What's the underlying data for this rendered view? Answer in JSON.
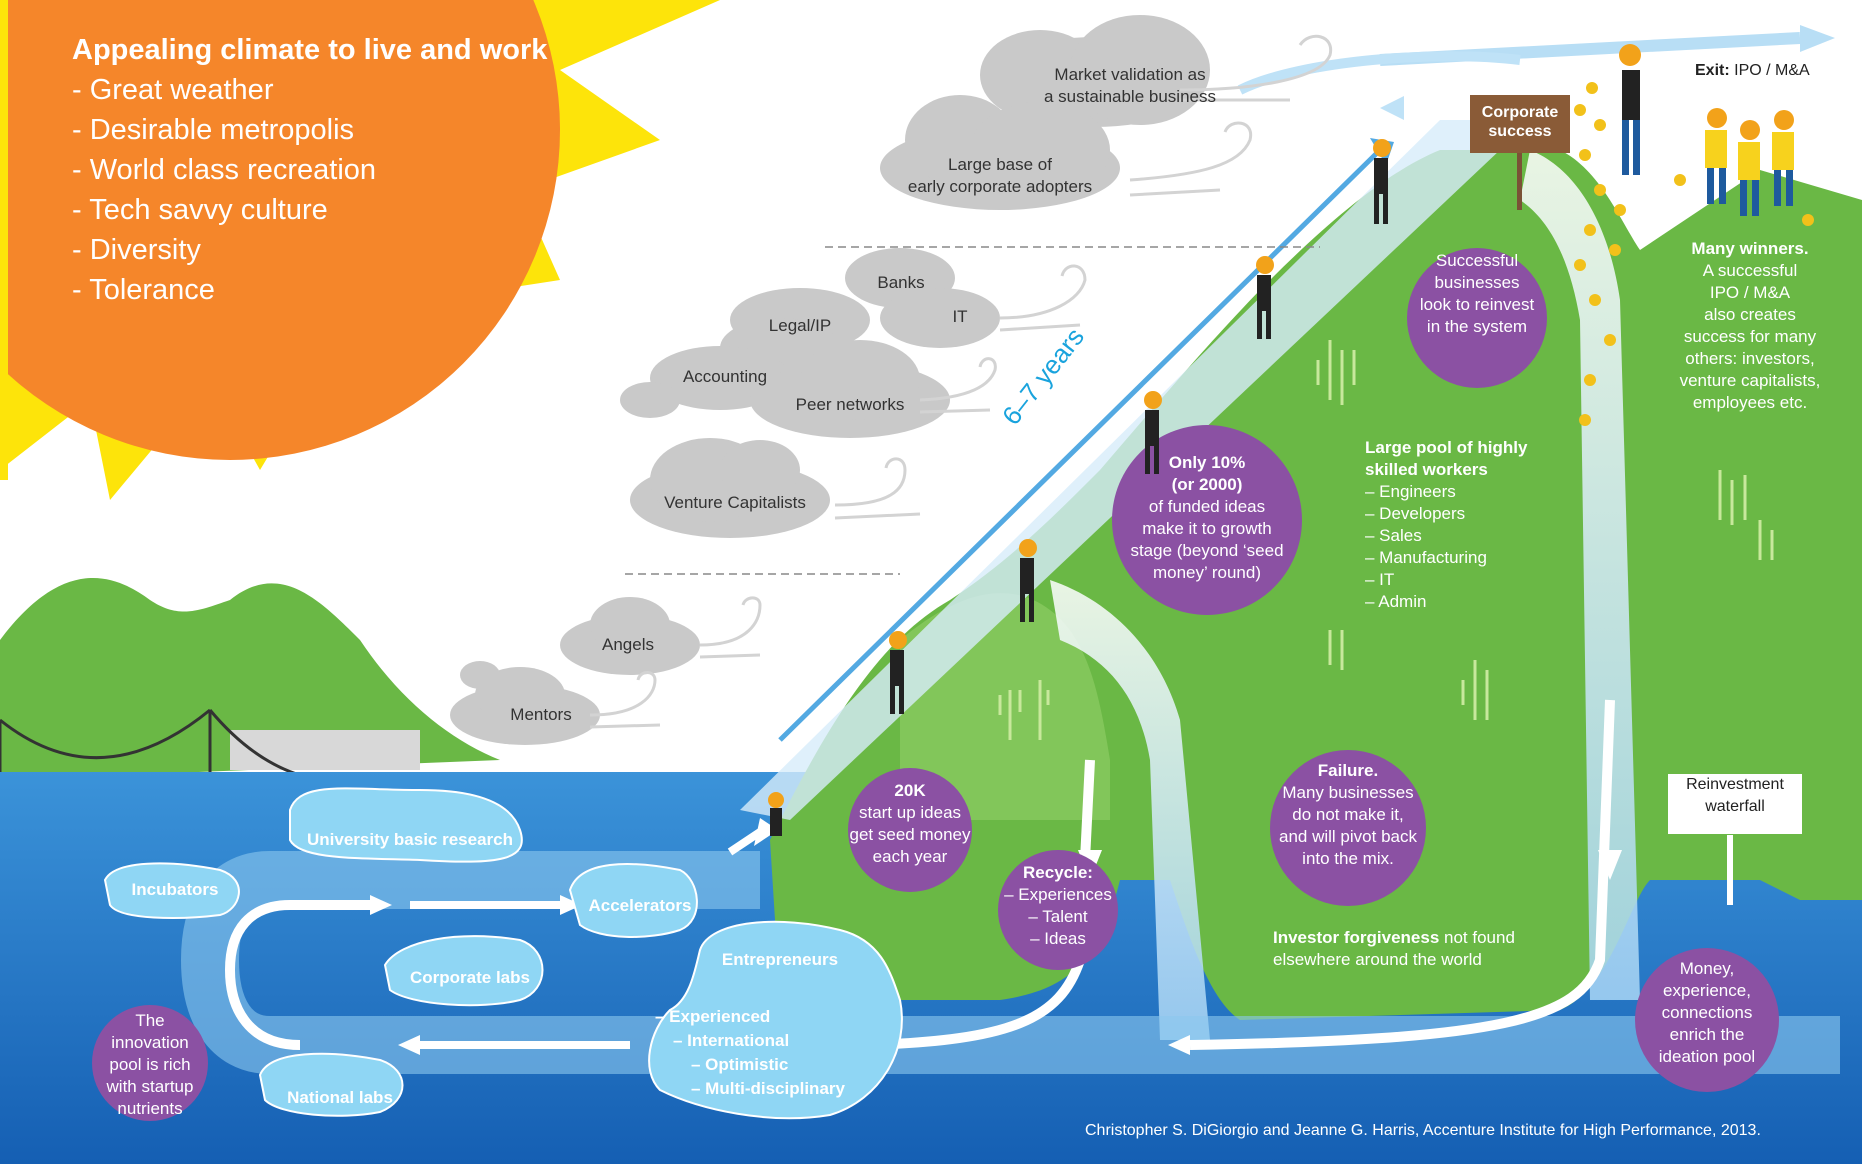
{
  "sun": {
    "heading": "Appealing climate to live and work",
    "items": [
      "- Great weather",
      "- Desirable metropolis",
      "- World class recreation",
      "- Tech savvy culture",
      "- Diversity",
      "- Tolerance"
    ]
  },
  "clouds": {
    "market_validation": [
      "Market validation as",
      "a sustainable business"
    ],
    "corporate_adopters": [
      "Large base of",
      "early corporate adopters"
    ],
    "banks": "Banks",
    "it": "IT",
    "legal": "Legal/IP",
    "accounting": "Accounting",
    "peer_networks": "Peer networks",
    "venture_capitalists": "Venture Capitalists",
    "angels": "Angels",
    "mentors": "Mentors"
  },
  "years_label": "6–7 years",
  "sign": [
    "Corporate",
    "success"
  ],
  "exit": {
    "bold": "Exit:",
    "text": " IPO / M&A"
  },
  "winners": [
    "Many winners.",
    "A successful",
    "IPO / M&A",
    "also creates",
    "success for many",
    "others: investors,",
    "venture capitalists,",
    "employees etc."
  ],
  "bubbles": {
    "reinvest": [
      "Successful",
      "businesses",
      "look to reinvest",
      "in the system"
    ],
    "only10": [
      "Only 10%",
      "(or 2000)",
      "of funded ideas",
      "make it to growth",
      "stage (beyond ‘seed",
      "money’ round)"
    ],
    "seed": [
      "20K",
      "start up ideas",
      "get seed money",
      "each year"
    ],
    "recycle": [
      "Recycle:",
      "– Experiences",
      "– Talent",
      "– Ideas"
    ],
    "failure": [
      "Failure.",
      "Many businesses",
      "do not make it,",
      "and will pivot back",
      "into the mix."
    ],
    "pool": [
      "The",
      "innovation",
      "pool is rich",
      "with startup",
      "nutrients"
    ],
    "money": [
      "Money,",
      "experience,",
      "connections",
      "enrich the",
      "ideation pool"
    ]
  },
  "workers": {
    "heading": [
      "Large pool of highly",
      "skilled workers"
    ],
    "items": [
      "– Engineers",
      "– Developers",
      "– Sales",
      "– Manufacturing",
      "– IT",
      "– Admin"
    ]
  },
  "forgiveness": {
    "bold": "Investor forgiveness",
    "text": [
      " not found",
      "elsewhere around the world"
    ]
  },
  "reinvestment_waterfall": [
    "Reinvestment",
    "waterfall"
  ],
  "pool_labels": {
    "university": "University basic research",
    "incubators": "Incubators",
    "accelerators": "Accelerators",
    "corporate_labs": "Corporate labs",
    "national_labs": "National labs",
    "entrepreneurs": "Entrepreneurs",
    "entrepreneur_items": [
      "– Experienced",
      "– International",
      "– Optimistic",
      "– Multi-disciplinary"
    ]
  },
  "credit": "Christopher S. DiGiorgio and Jeanne G. Harris, Accenture Institute for High Performance, 2013.",
  "colors": {
    "sun_orange": "#f5862a",
    "sun_yellow": "#fde40a",
    "green": "#6ab845",
    "water_dark": "#1a6fc1",
    "water_light": "#53a9e2",
    "purple": "#8b51a3",
    "cloud": "#c9c9c9"
  }
}
